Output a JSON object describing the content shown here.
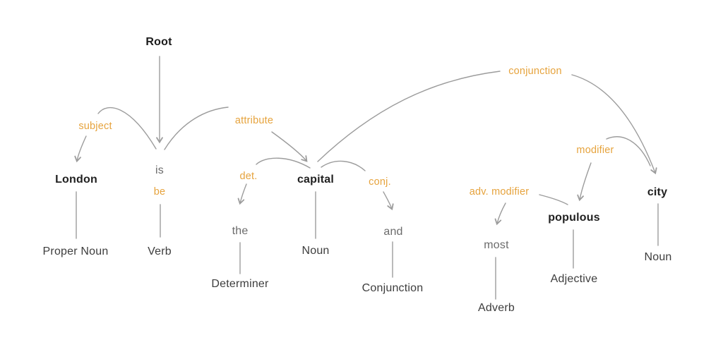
{
  "diagram": {
    "type": "dependency-parse",
    "root_label": "Root",
    "tokens": {
      "london": {
        "text": "London",
        "pos": "Proper Noun",
        "emphasis": "bold"
      },
      "is": {
        "text": "is",
        "lemma": "be",
        "pos": "Verb",
        "emphasis": "plain"
      },
      "the": {
        "text": "the",
        "pos": "Determiner",
        "emphasis": "plain"
      },
      "capital": {
        "text": "capital",
        "pos": "Noun",
        "emphasis": "bold"
      },
      "and": {
        "text": "and",
        "pos": "Conjunction",
        "emphasis": "plain"
      },
      "most": {
        "text": "most",
        "pos": "Adverb",
        "emphasis": "plain"
      },
      "populous": {
        "text": "populous",
        "pos": "Adjective",
        "emphasis": "bold"
      },
      "city": {
        "text": "city",
        "pos": "Noun",
        "emphasis": "bold"
      }
    },
    "dependencies": [
      {
        "label": "subject",
        "head": "is",
        "child": "London"
      },
      {
        "label": "attribute",
        "head": "is",
        "child": "capital"
      },
      {
        "label": "det.",
        "head": "capital",
        "child": "the"
      },
      {
        "label": "conj.",
        "head": "capital",
        "child": "and"
      },
      {
        "label": "conjunction",
        "head": "capital",
        "child": "city"
      },
      {
        "label": "modifier",
        "head": "city",
        "child": "populous"
      },
      {
        "label": "adv. modifier",
        "head": "populous",
        "child": "most"
      }
    ],
    "colors": {
      "accent_orange": "#e6a33d",
      "arc_grey": "#9c9c9c",
      "bold_word": "#212121",
      "plain_word": "#6b6b6b",
      "pos_label": "#3d3d3d",
      "background": "#ffffff"
    }
  }
}
